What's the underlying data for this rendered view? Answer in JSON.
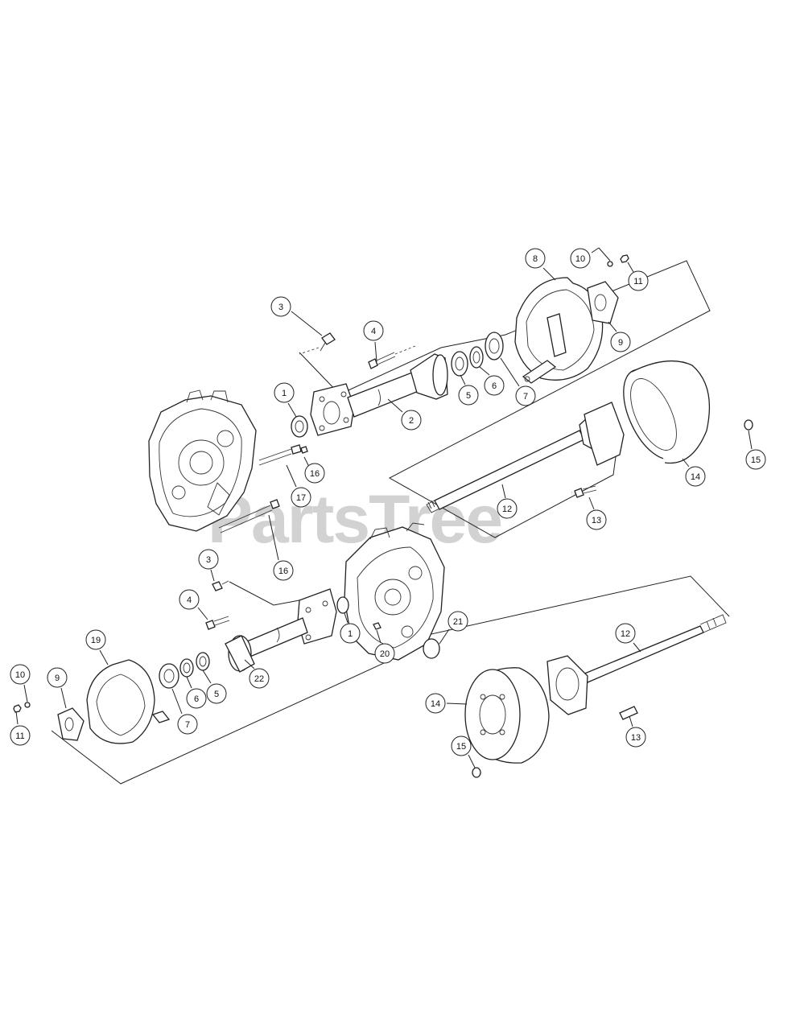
{
  "watermark": {
    "text": "PartsTree",
    "tm": "™"
  },
  "callouts": [
    {
      "id": "c-3a",
      "label": "3"
    },
    {
      "id": "c-4a",
      "label": "4"
    },
    {
      "id": "c-1a",
      "label": "1"
    },
    {
      "id": "c-2",
      "label": "2"
    },
    {
      "id": "c-5a",
      "label": "5"
    },
    {
      "id": "c-6a",
      "label": "6"
    },
    {
      "id": "c-7a",
      "label": "7"
    },
    {
      "id": "c-8",
      "label": "8"
    },
    {
      "id": "c-10a",
      "label": "10"
    },
    {
      "id": "c-11a",
      "label": "11"
    },
    {
      "id": "c-9a",
      "label": "9"
    },
    {
      "id": "c-16a",
      "label": "16"
    },
    {
      "id": "c-17",
      "label": "17"
    },
    {
      "id": "c-16b",
      "label": "16"
    },
    {
      "id": "c-12a",
      "label": "12"
    },
    {
      "id": "c-13a",
      "label": "13"
    },
    {
      "id": "c-14a",
      "label": "14"
    },
    {
      "id": "c-15a",
      "label": "15"
    },
    {
      "id": "c-3b",
      "label": "3"
    },
    {
      "id": "c-4b",
      "label": "4"
    },
    {
      "id": "c-1b",
      "label": "1"
    },
    {
      "id": "c-21",
      "label": "21"
    },
    {
      "id": "c-20",
      "label": "20"
    },
    {
      "id": "c-22",
      "label": "22"
    },
    {
      "id": "c-19",
      "label": "19"
    },
    {
      "id": "c-10b",
      "label": "10"
    },
    {
      "id": "c-9b",
      "label": "9"
    },
    {
      "id": "c-11b",
      "label": "11"
    },
    {
      "id": "c-7b",
      "label": "7"
    },
    {
      "id": "c-6b",
      "label": "6"
    },
    {
      "id": "c-5b",
      "label": "5"
    },
    {
      "id": "c-12b",
      "label": "12"
    },
    {
      "id": "c-14b",
      "label": "14"
    },
    {
      "id": "c-13b",
      "label": "13"
    },
    {
      "id": "c-15b",
      "label": "15"
    }
  ]
}
